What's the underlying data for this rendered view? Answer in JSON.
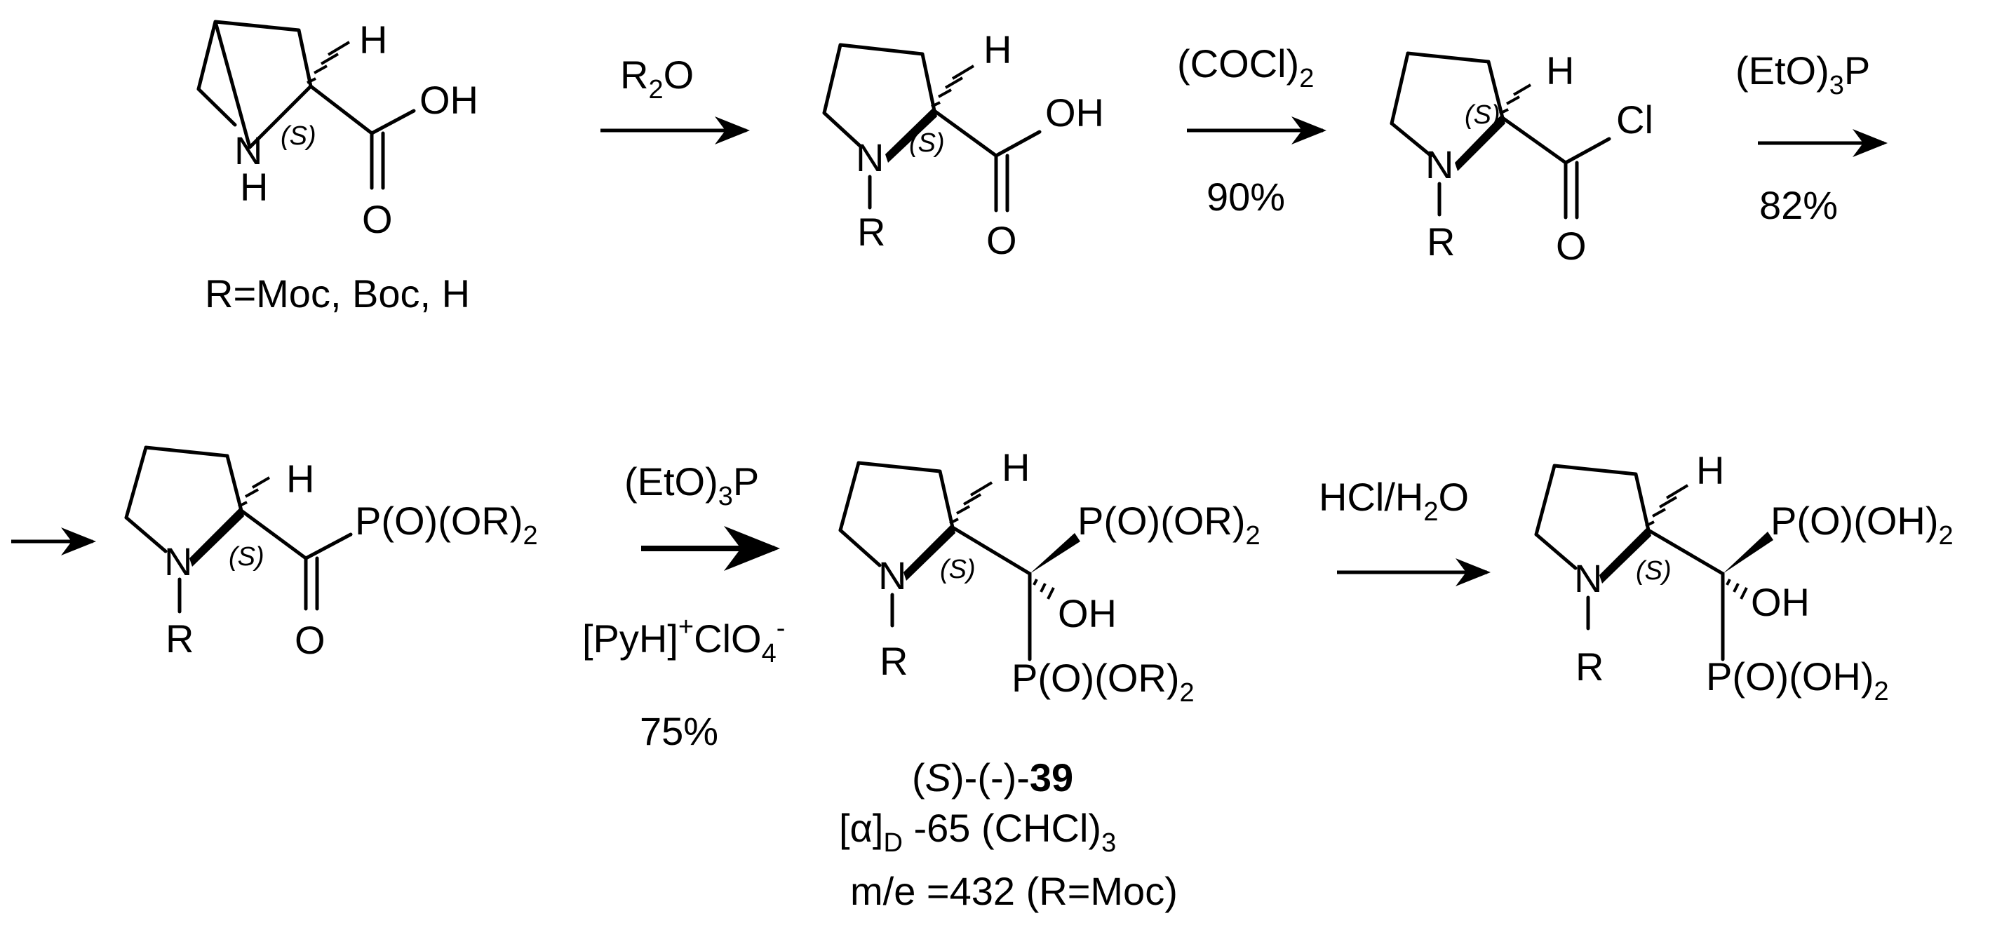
{
  "molecule1": {
    "atom_H": "H",
    "atom_N": "N",
    "atom_NH_H": "H",
    "stereo": "(S)",
    "atom_OH": "OH",
    "atom_O": "O",
    "caption": "R=Moc, Boc, H"
  },
  "arrow1": {
    "reagent": "R",
    "reagent_sub": "2",
    "reagent_tail": "O"
  },
  "molecule2": {
    "atom_H": "H",
    "atom_N": "N",
    "atom_R": "R",
    "stereo": "(S)",
    "atom_OH": "OH",
    "atom_O": "O"
  },
  "arrow2": {
    "reagent_a": "(COCl)",
    "reagent_sub": "2",
    "yield": "90%"
  },
  "molecule3": {
    "atom_H": "H",
    "atom_N": "N",
    "atom_R": "R",
    "stereo": "(S)",
    "atom_Cl": "Cl",
    "atom_O": "O"
  },
  "arrow3": {
    "reagent_a": "(EtO)",
    "reagent_sub": "3",
    "reagent_b": "P",
    "yield": "82%"
  },
  "molecule4": {
    "atom_H": "H",
    "atom_N": "N",
    "atom_R": "R",
    "stereo": "(S)",
    "atom_P": "P(O)(OR)",
    "atom_P_sub": "2",
    "atom_O": "O"
  },
  "arrow4": {
    "reagent_a": "(EtO)",
    "reagent_sub": "3",
    "reagent_b": "P",
    "cat_a": "[PyH]",
    "cat_sup": "+",
    "cat_b": "ClO",
    "cat_sub": "4",
    "cat_sup2": "-",
    "yield": "75%"
  },
  "molecule5": {
    "atom_H": "H",
    "atom_N": "N",
    "atom_R": "R",
    "stereo": "(S)",
    "atom_P1": "P(O)(OR)",
    "atom_P1_sub": "2",
    "atom_OH": "OH",
    "atom_P2": "P(O)(OR)",
    "atom_P2_sub": "2",
    "name_a": "(",
    "name_S": "S",
    "name_b": ")-(-)-",
    "name_num": "39",
    "rot_a": "[α]",
    "rot_sub": "D",
    "rot_b": " -65 (CHCl)",
    "rot_sub2": "3",
    "ms": "m/e =432 (R=Moc)"
  },
  "arrow5": {
    "reagent_a": "HCl/H",
    "reagent_sub": "2",
    "reagent_b": "O"
  },
  "molecule6": {
    "atom_H": "H",
    "atom_N": "N",
    "atom_R": "R",
    "stereo": "(S)",
    "atom_P1": "P(O)(OH)",
    "atom_P1_sub": "2",
    "atom_OH": "OH",
    "atom_P2": "P(O)(OH)",
    "atom_P2_sub": "2"
  }
}
